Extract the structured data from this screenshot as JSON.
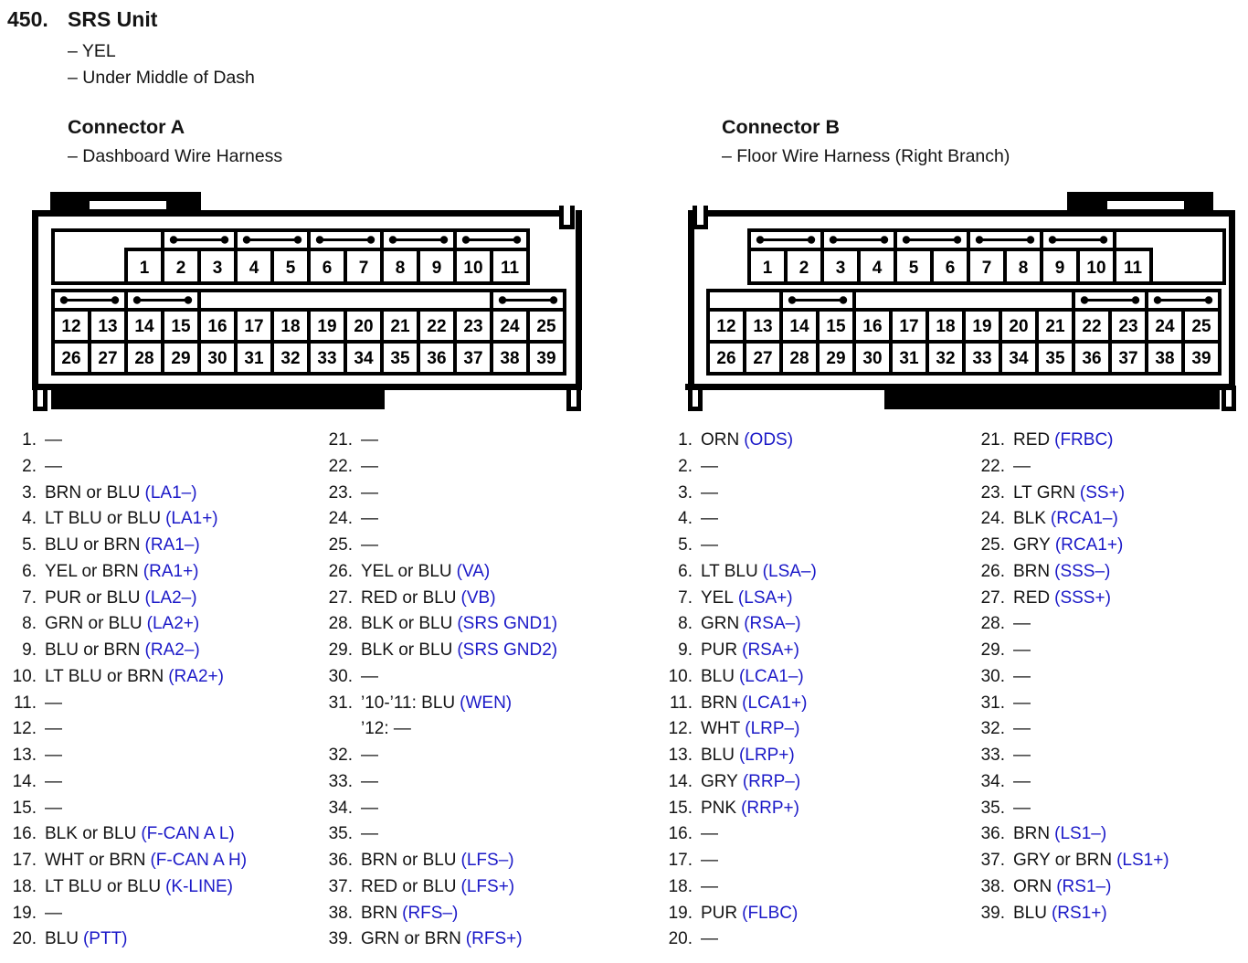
{
  "header": {
    "item_number": "450.",
    "title": "SRS Unit",
    "notes": [
      "– YEL",
      "– Under Middle of Dash"
    ]
  },
  "colors": {
    "signal_blue": "#1b19c8",
    "text": "#141414"
  },
  "connectors": [
    {
      "id": "a",
      "title": "Connector A",
      "subtitle": "– Dashboard Wire Harness",
      "diagram": {
        "row1": [
          1,
          2,
          3,
          4,
          5,
          6,
          7,
          8,
          9,
          10,
          11
        ],
        "row2": [
          12,
          13,
          14,
          15,
          16,
          17,
          18,
          19,
          20,
          21,
          22,
          23,
          24,
          25
        ],
        "row3": [
          26,
          27,
          28,
          29,
          30,
          31,
          32,
          33,
          34,
          35,
          36,
          37,
          38,
          39
        ],
        "jumpers_row1": [
          [
            2,
            3
          ],
          [
            4,
            5
          ],
          [
            6,
            7
          ],
          [
            8,
            9
          ],
          [
            10,
            11
          ]
        ],
        "jumpers_row2": [
          [
            12,
            13
          ],
          [
            14,
            15
          ],
          [
            24,
            25
          ]
        ]
      },
      "pins_col1": [
        {
          "n": "1.",
          "w": "—",
          "s": ""
        },
        {
          "n": "2.",
          "w": "—",
          "s": ""
        },
        {
          "n": "3.",
          "w": "BRN or BLU",
          "s": "(LA1–)"
        },
        {
          "n": "4.",
          "w": "LT BLU or BLU",
          "s": "(LA1+)"
        },
        {
          "n": "5.",
          "w": "BLU or BRN",
          "s": "(RA1–)"
        },
        {
          "n": "6.",
          "w": "YEL or BRN",
          "s": "(RA1+)"
        },
        {
          "n": "7.",
          "w": "PUR or BLU",
          "s": "(LA2–)"
        },
        {
          "n": "8.",
          "w": "GRN or BLU",
          "s": "(LA2+)"
        },
        {
          "n": "9.",
          "w": "BLU or BRN",
          "s": "(RA2–)"
        },
        {
          "n": "10.",
          "w": "LT BLU or BRN",
          "s": "(RA2+)"
        },
        {
          "n": "11.",
          "w": "—",
          "s": ""
        },
        {
          "n": "12.",
          "w": "—",
          "s": ""
        },
        {
          "n": "13.",
          "w": "—",
          "s": ""
        },
        {
          "n": "14.",
          "w": "—",
          "s": ""
        },
        {
          "n": "15.",
          "w": "—",
          "s": ""
        },
        {
          "n": "16.",
          "w": "BLK or BLU",
          "s": "(F-CAN A L)"
        },
        {
          "n": "17.",
          "w": "WHT or BRN",
          "s": "(F-CAN A H)"
        },
        {
          "n": "18.",
          "w": "LT BLU or BLU",
          "s": "(K-LINE)"
        },
        {
          "n": "19.",
          "w": "—",
          "s": ""
        },
        {
          "n": "20.",
          "w": "BLU",
          "s": "(PTT)"
        }
      ],
      "pins_col2": [
        {
          "n": "21.",
          "w": "—",
          "s": ""
        },
        {
          "n": "22.",
          "w": "—",
          "s": ""
        },
        {
          "n": "23.",
          "w": "—",
          "s": ""
        },
        {
          "n": "24.",
          "w": "—",
          "s": ""
        },
        {
          "n": "25.",
          "w": "—",
          "s": ""
        },
        {
          "n": "26.",
          "w": "YEL or BLU",
          "s": "(VA)"
        },
        {
          "n": "27.",
          "w": "RED or BLU",
          "s": "(VB)"
        },
        {
          "n": "28.",
          "w": "BLK or BLU",
          "s": "(SRS GND1)"
        },
        {
          "n": "29.",
          "w": "BLK or BLU",
          "s": "(SRS GND2)"
        },
        {
          "n": "30.",
          "w": "—",
          "s": ""
        },
        {
          "n": "31.",
          "w": "’10-’11: BLU",
          "s": "(WEN)",
          "l2": "’12: —"
        },
        {
          "n": "32.",
          "w": "—",
          "s": ""
        },
        {
          "n": "33.",
          "w": "—",
          "s": ""
        },
        {
          "n": "34.",
          "w": "—",
          "s": ""
        },
        {
          "n": "35.",
          "w": "—",
          "s": ""
        },
        {
          "n": "36.",
          "w": "BRN or BLU",
          "s": "(LFS–)"
        },
        {
          "n": "37.",
          "w": "RED or BLU",
          "s": "(LFS+)"
        },
        {
          "n": "38.",
          "w": "BRN",
          "s": "(RFS–)"
        },
        {
          "n": "39.",
          "w": "GRN or BRN",
          "s": "(RFS+)"
        }
      ]
    },
    {
      "id": "b",
      "title": "Connector B",
      "subtitle": "– Floor Wire Harness (Right Branch)",
      "diagram": {
        "row1": [
          1,
          2,
          3,
          4,
          5,
          6,
          7,
          8,
          9,
          10,
          11
        ],
        "row2": [
          12,
          13,
          14,
          15,
          16,
          17,
          18,
          19,
          20,
          21,
          22,
          23,
          24,
          25
        ],
        "row3": [
          26,
          27,
          28,
          29,
          30,
          31,
          32,
          33,
          34,
          35,
          36,
          37,
          38,
          39
        ],
        "jumpers_row1": [
          [
            1,
            2
          ],
          [
            3,
            4
          ],
          [
            5,
            6
          ],
          [
            7,
            8
          ],
          [
            9,
            10
          ]
        ],
        "jumpers_row2": [
          [
            14,
            15
          ],
          [
            22,
            23
          ],
          [
            24,
            25
          ]
        ]
      },
      "pins_col1": [
        {
          "n": "1.",
          "w": "ORN",
          "s": "(ODS)"
        },
        {
          "n": "2.",
          "w": "—",
          "s": ""
        },
        {
          "n": "3.",
          "w": "—",
          "s": ""
        },
        {
          "n": "4.",
          "w": "—",
          "s": ""
        },
        {
          "n": "5.",
          "w": "—",
          "s": ""
        },
        {
          "n": "6.",
          "w": "LT BLU",
          "s": "(LSA–)"
        },
        {
          "n": "7.",
          "w": "YEL",
          "s": "(LSA+)"
        },
        {
          "n": "8.",
          "w": "GRN",
          "s": "(RSA–)"
        },
        {
          "n": "9.",
          "w": "PUR",
          "s": "(RSA+)"
        },
        {
          "n": "10.",
          "w": "BLU",
          "s": "(LCA1–)"
        },
        {
          "n": "11.",
          "w": "BRN",
          "s": "(LCA1+)"
        },
        {
          "n": "12.",
          "w": "WHT",
          "s": "(LRP–)"
        },
        {
          "n": "13.",
          "w": "BLU",
          "s": "(LRP+)"
        },
        {
          "n": "14.",
          "w": "GRY",
          "s": "(RRP–)"
        },
        {
          "n": "15.",
          "w": "PNK",
          "s": "(RRP+)"
        },
        {
          "n": "16.",
          "w": "—",
          "s": ""
        },
        {
          "n": "17.",
          "w": "—",
          "s": ""
        },
        {
          "n": "18.",
          "w": "—",
          "s": ""
        },
        {
          "n": "19.",
          "w": "PUR",
          "s": "(FLBC)"
        },
        {
          "n": "20.",
          "w": "—",
          "s": ""
        }
      ],
      "pins_col2": [
        {
          "n": "21.",
          "w": "RED",
          "s": "(FRBC)"
        },
        {
          "n": "22.",
          "w": "—",
          "s": ""
        },
        {
          "n": "23.",
          "w": "LT GRN",
          "s": "(SS+)"
        },
        {
          "n": "24.",
          "w": "BLK",
          "s": "(RCA1–)"
        },
        {
          "n": "25.",
          "w": "GRY",
          "s": "(RCA1+)"
        },
        {
          "n": "26.",
          "w": "BRN",
          "s": "(SSS–)"
        },
        {
          "n": "27.",
          "w": "RED",
          "s": "(SSS+)"
        },
        {
          "n": "28.",
          "w": "—",
          "s": ""
        },
        {
          "n": "29.",
          "w": "—",
          "s": ""
        },
        {
          "n": "30.",
          "w": "—",
          "s": ""
        },
        {
          "n": "31.",
          "w": "—",
          "s": ""
        },
        {
          "n": "32.",
          "w": "—",
          "s": ""
        },
        {
          "n": "33.",
          "w": "—",
          "s": ""
        },
        {
          "n": "34.",
          "w": "—",
          "s": ""
        },
        {
          "n": "35.",
          "w": "—",
          "s": ""
        },
        {
          "n": "36.",
          "w": "BRN",
          "s": "(LS1–)"
        },
        {
          "n": "37.",
          "w": "GRY or BRN",
          "s": "(LS1+)"
        },
        {
          "n": "38.",
          "w": "ORN",
          "s": "(RS1–)"
        },
        {
          "n": "39.",
          "w": "BLU",
          "s": "(RS1+)"
        }
      ]
    }
  ]
}
